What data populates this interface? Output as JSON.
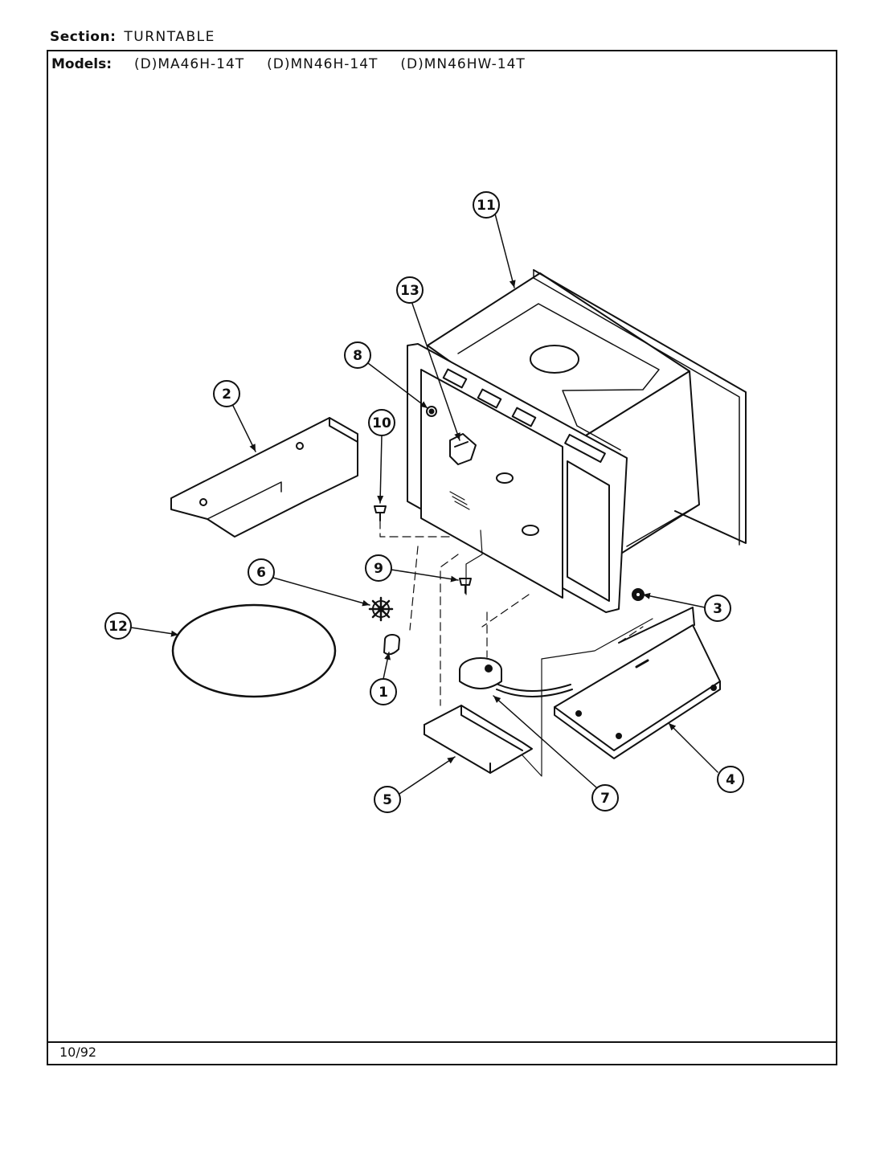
{
  "header": {
    "section_label": "Section:",
    "section_value": "TURNTABLE",
    "models_label": "Models:",
    "models": [
      "(D)MA46H-14T",
      "(D)MN46H-14T",
      "(D)MN46HW-14T"
    ]
  },
  "footer": {
    "date": "10/92"
  },
  "callouts": [
    "1",
    "2",
    "3",
    "4",
    "5",
    "6",
    "7",
    "8",
    "9",
    "10",
    "11",
    "12",
    "13"
  ]
}
